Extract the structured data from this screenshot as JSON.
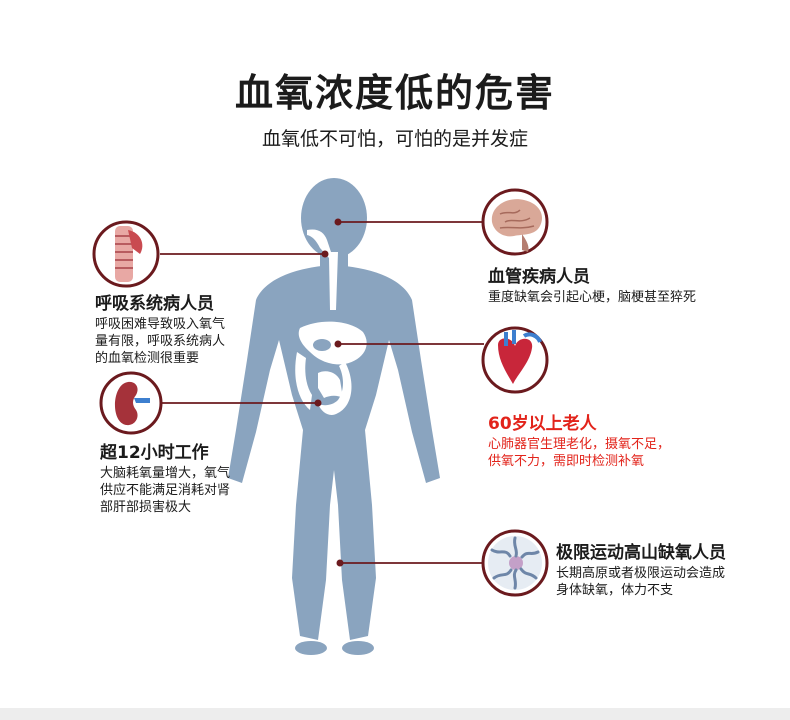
{
  "title": "血氧浓度低的危害",
  "subtitle": "血氧低不可怕，可怕的是并发症",
  "callouts": {
    "respiratory": {
      "icon": "lung-trachea-icon",
      "head": "呼吸系统病人员",
      "lines": [
        "呼吸困难导致吸入氧气",
        "量有限，呼吸系统病人",
        "的血氧检测很重要"
      ]
    },
    "overwork": {
      "icon": "kidney-icon",
      "head": "超12小时工作",
      "lines": [
        "大脑耗氧量增大，氧气",
        "供应不能满足消耗对肾",
        "部肝部损害极大"
      ]
    },
    "vascular": {
      "icon": "brain-icon",
      "head": "血管疾病人员",
      "lines": [
        "重度缺氧会引起心梗，脑梗甚至猝死"
      ]
    },
    "elderly": {
      "icon": "heart-icon",
      "head": "60岁以上老人",
      "lines": [
        "心肺器官生理老化，摄氧不足，",
        "供氧不力，需即时检测补氧"
      ]
    },
    "altitude": {
      "icon": "cell-icon",
      "head": "极限运动高山缺氧人员",
      "lines": [
        "长期高原或者极限运动会造成",
        "身体缺氧，体力不支"
      ]
    }
  },
  "colors": {
    "body": "#8aa4bf",
    "organ": "#ffffff",
    "connector": "#6b1a1e",
    "highlight": "#e2231a"
  }
}
